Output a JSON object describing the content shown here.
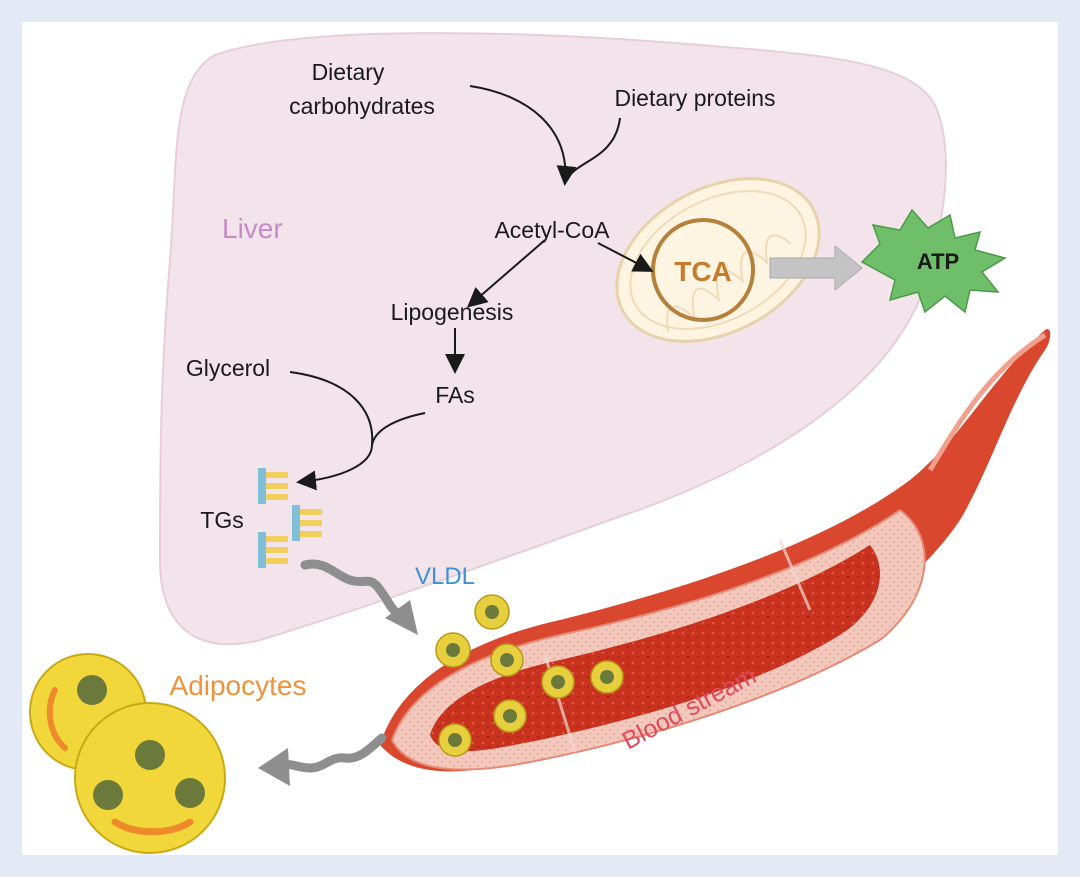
{
  "labels": {
    "dietary_carbohydrates_line1": "Dietary",
    "dietary_carbohydrates_line2": "carbohydrates",
    "dietary_proteins": "Dietary proteins",
    "liver": "Liver",
    "acetyl_coa": "Acetyl-CoA",
    "tca": "TCA",
    "atp": "ATP",
    "lipogenesis": "Lipogenesis",
    "glycerol": "Glycerol",
    "fas": "FAs",
    "tgs": "TGs",
    "vldl": "VLDL",
    "adipocytes": "Adipocytes",
    "blood_stream": "Blood stream"
  },
  "colors": {
    "liver_fill": "#f3e3ea",
    "liver_label": "#c58bc9",
    "tca": "#c77a2a",
    "atp_burst": "#6fbf6a",
    "vldl": "#3f8fd6",
    "adipocytes": "#f0923a",
    "blood_stream": "#e04a5c",
    "vessel": "#d9472f",
    "adipocyte_fill": "#f1d73a"
  }
}
